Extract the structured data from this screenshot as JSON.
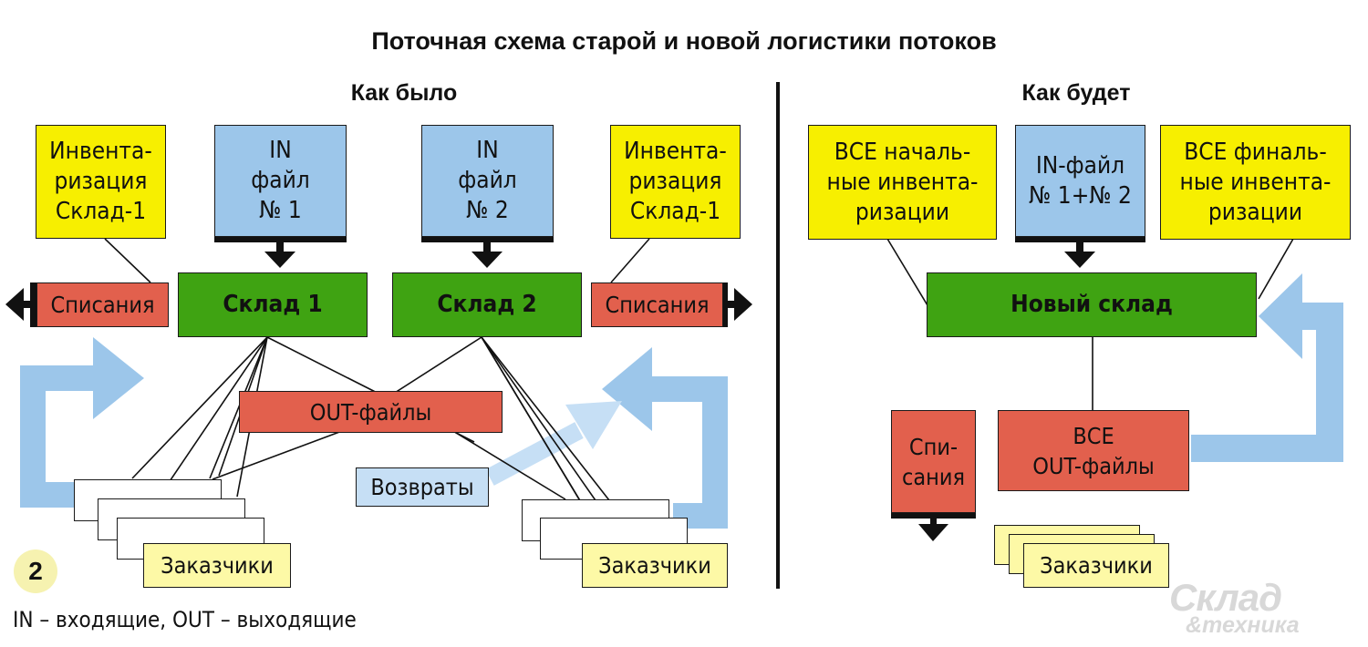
{
  "title": "Поточная схема старой и новой логистики потоков",
  "old": {
    "heading": "Как было",
    "inv_left": "Инвента-\nризация\nСклад-1",
    "in1": "IN\nфайл\n№ 1",
    "in2": "IN\nфайл\n№ 2",
    "inv_right": "Инвента-\nризация\nСклад-1",
    "writeoff_left": "Списания",
    "wh1": "Склад 1",
    "wh2": "Склад 2",
    "writeoff_right": "Списания",
    "out_files": "OUT-файлы",
    "returns": "Возвраты",
    "customers_left": "Заказчики",
    "customers_right": "Заказчики"
  },
  "new": {
    "heading": "Как будет",
    "all_initial_inv": "ВСЕ началь-\nные инвента-\nризации",
    "in_combined": "IN-файл\n№ 1+№ 2",
    "all_final_inv": "ВСЕ финаль-\nные инвента-\nризации",
    "new_wh": "Новый склад",
    "writeoff": "Спи-\nсания",
    "all_out": "ВСЕ\nOUT-файлы",
    "customers": "Заказчики"
  },
  "figure_number": "2",
  "legend": "IN – входящие, OUT – выходящие",
  "logo": {
    "line1": "Склад",
    "line2": "&техника"
  },
  "colors": {
    "yellow": "#f7ef00",
    "blue": "#9cc6ea",
    "green": "#3fa312",
    "red": "#e2604d",
    "pale_yellow": "#fdf9a6",
    "arrow_blue": "#9cc6ea"
  }
}
